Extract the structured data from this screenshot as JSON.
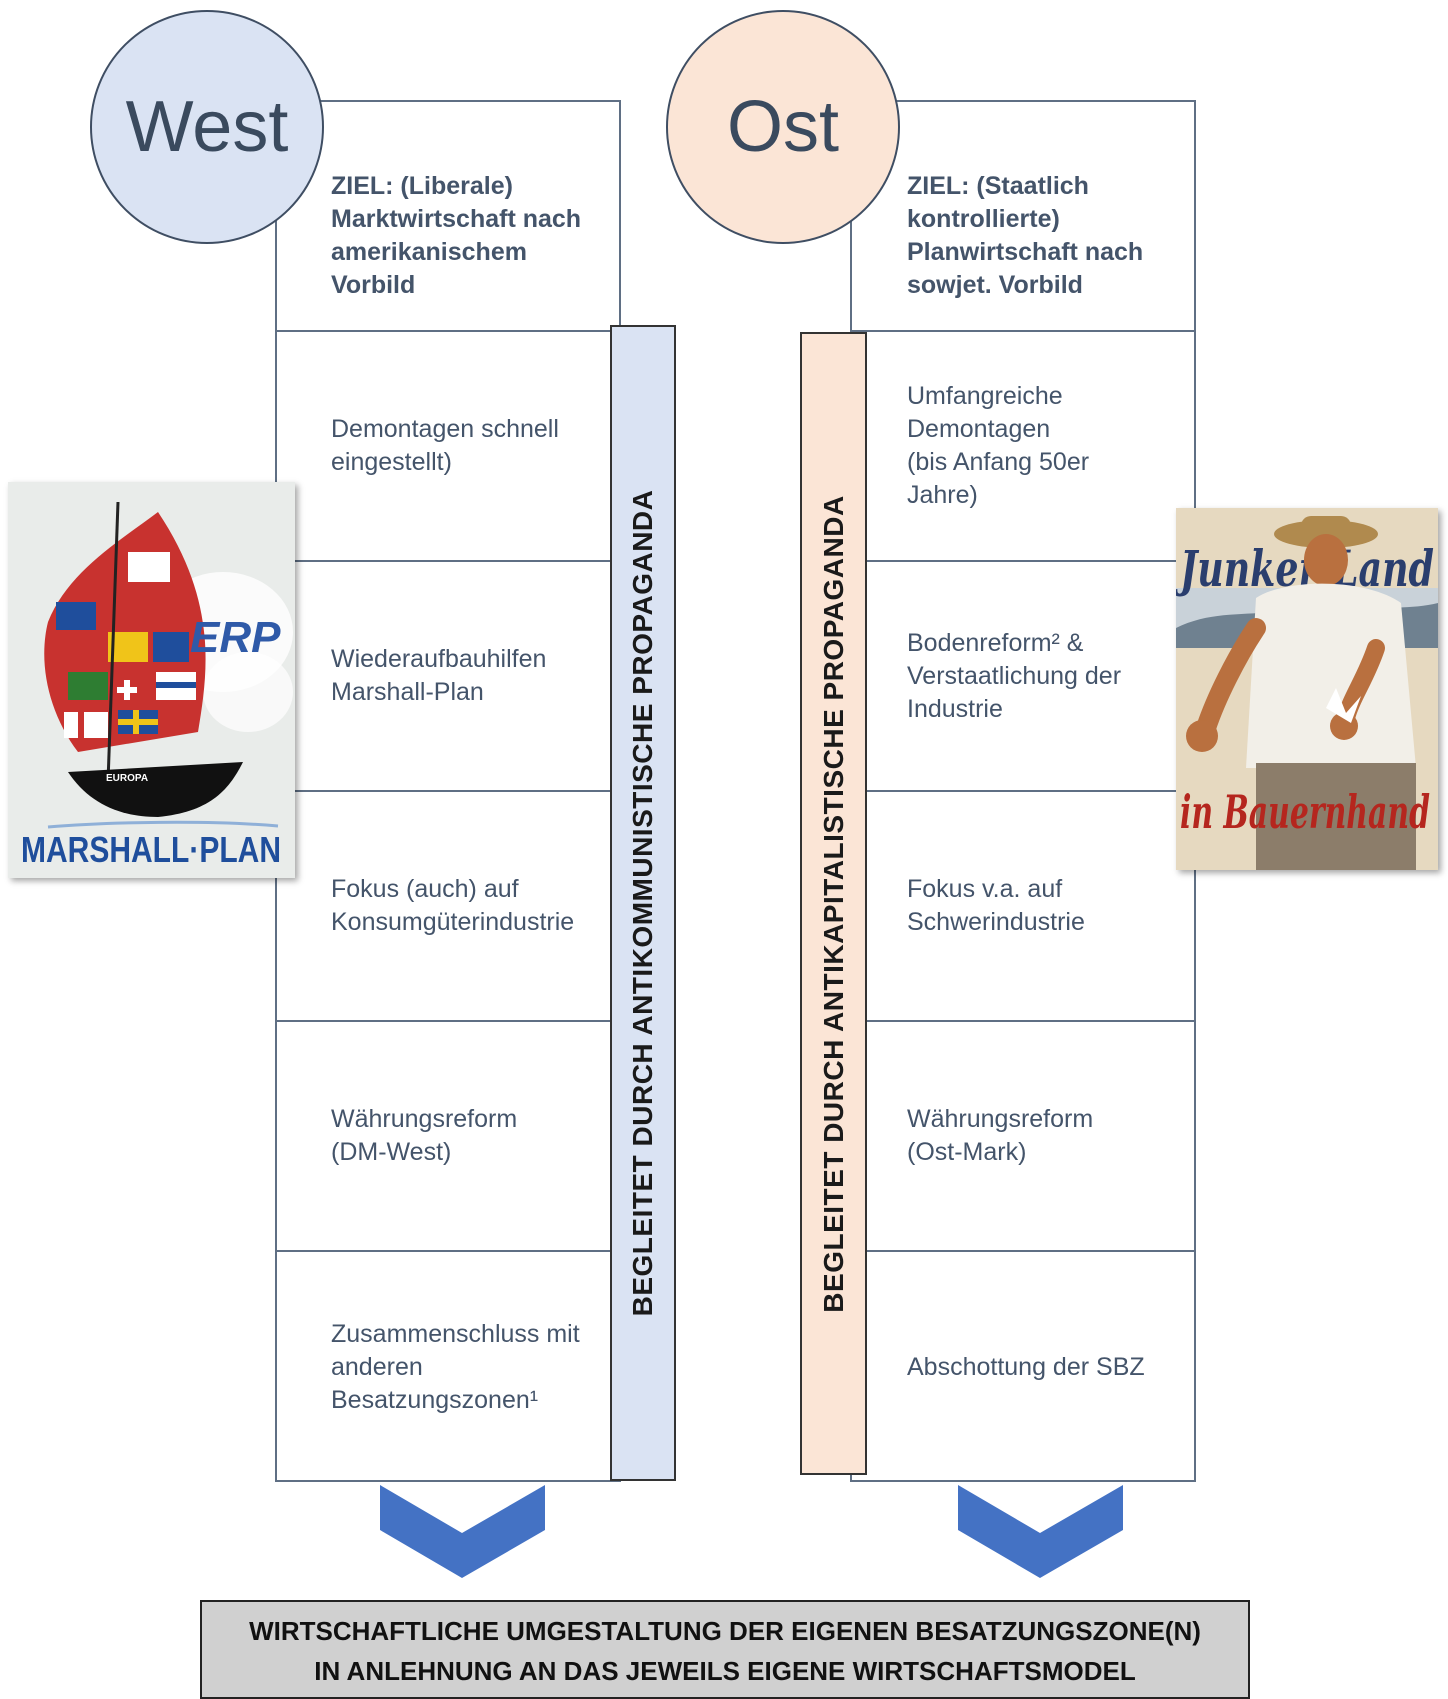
{
  "west": {
    "title": "West",
    "goal": "ZIEL: (Liberale)\nMarktwirtschaft nach\namerikanischem\nVorbild",
    "items": [
      "Demontagen schnell\neingestellt)",
      "Wiederaufbauhilfen\nMarshall-Plan",
      "Fokus (auch) auf\nKonsumgüterindustrie",
      "Währungsreform\n(DM-West)",
      "Zusammenschluss mit\nanderen\nBesatzungszonen¹"
    ],
    "propaganda": "BEGLEITET DURCH ANTIKOMMUNISTISCHE PROPAGANDA",
    "poster": {
      "top_text": "ERP",
      "ship_text": "EUROPA",
      "caption": "MARSHALL·PLAN"
    }
  },
  "east": {
    "title": "Ost",
    "goal": "ZIEL: (Staatlich\nkontrollierte)\nPlanwirtschaft nach\nsowjet. Vorbild",
    "items": [
      "Umfangreiche\nDemontagen\n(bis Anfang 50er\nJahre)",
      "Bodenreform² &\nVerstaatlichung der\nIndustrie",
      "Fokus v.a. auf\nSchwerindustrie",
      "Währungsreform\n(Ost-Mark)",
      "Abschottung der SBZ"
    ],
    "propaganda": "BEGLEITET DURCH ANTIKAPITALISTISCHE PROPAGANDA",
    "poster": {
      "top_text": "Junker-Land",
      "bottom_text": "in Bauernhand"
    }
  },
  "conclusion": {
    "line1": "WIRTSCHAFTLICHE UMGESTALTUNG DER EIGENEN BESATZUNGSZONE(N)",
    "line2": "IN ANLEHNUNG AN DAS JEWEILS EIGENE WIRTSCHAFTSMODEL"
  },
  "colors": {
    "west_fill": "#dae3f3",
    "east_fill": "#fbe5d6",
    "arrow": "#4472c4",
    "border": "#5f6f84",
    "text": "#44546a"
  }
}
